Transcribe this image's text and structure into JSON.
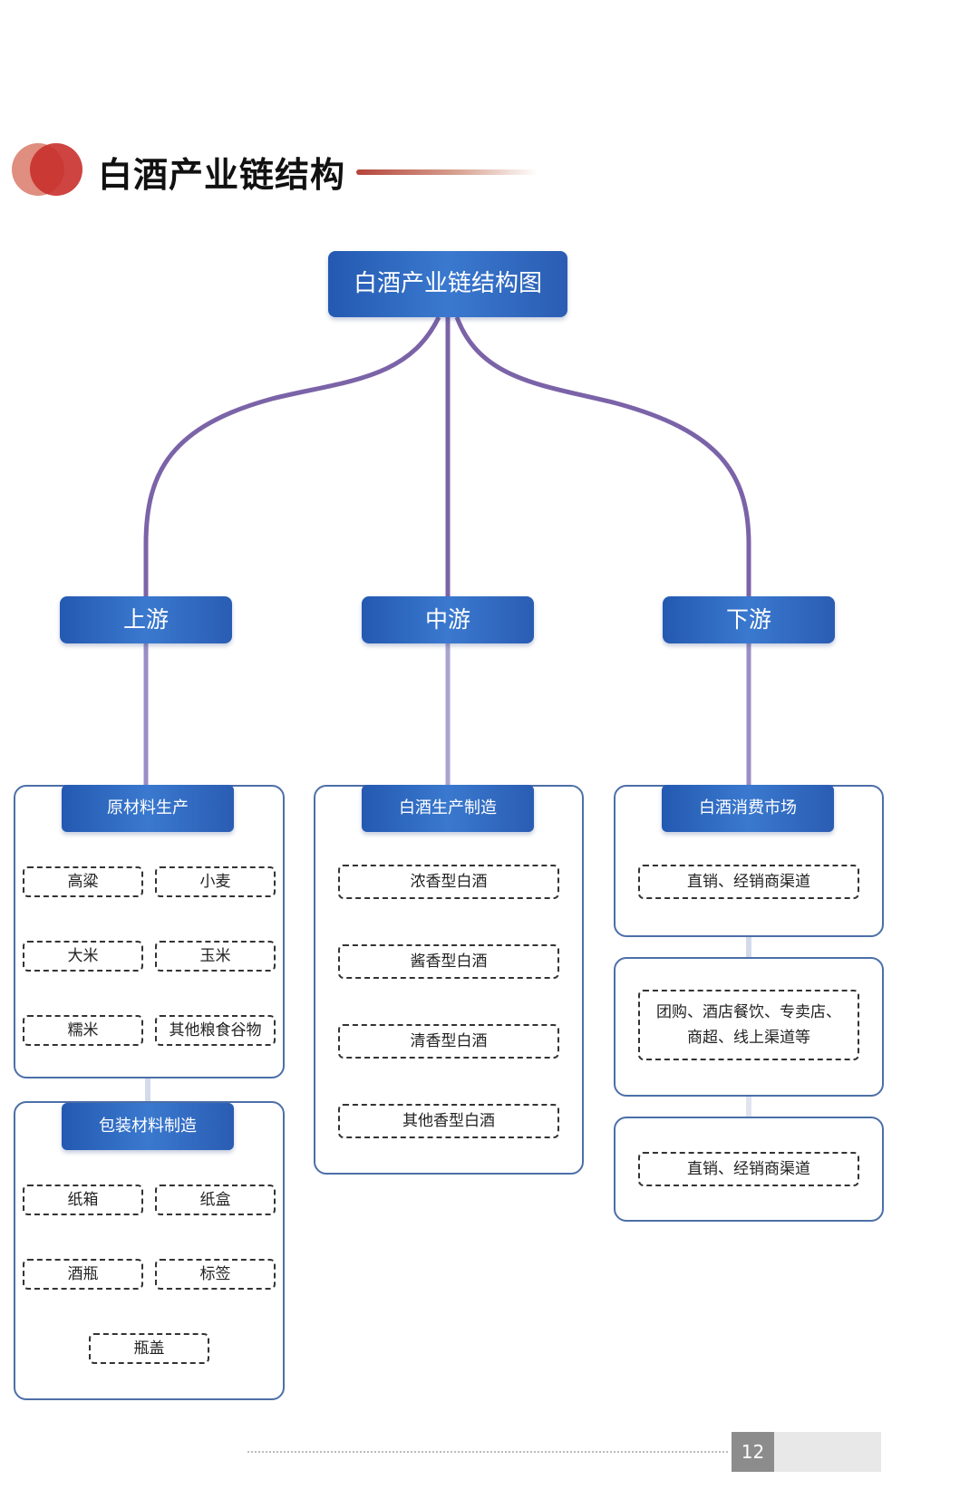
{
  "header": {
    "title": "白酒产业链结构"
  },
  "diagram": {
    "root": "白酒产业链结构图",
    "tiers": {
      "upstream": "上游",
      "midstream": "中游",
      "downstream": "下游"
    },
    "upstream": {
      "raw_materials": {
        "title": "原材料生产",
        "items": [
          "高粱",
          "小麦",
          "大米",
          "玉米",
          "糯米",
          "其他粮食谷物"
        ]
      },
      "packaging": {
        "title": "包装材料制造",
        "items": [
          "纸箱",
          "纸盒",
          "酒瓶",
          "标签",
          "瓶盖"
        ]
      }
    },
    "midstream": {
      "production": {
        "title": "白酒生产制造",
        "items": [
          "浓香型白酒",
          "酱香型白酒",
          "清香型白酒",
          "其他香型白酒"
        ]
      }
    },
    "downstream": {
      "market": {
        "title": "白酒消费市场",
        "items": [
          "直销、经销商渠道"
        ]
      },
      "channels": {
        "line1": "团购、酒店餐饮、专卖店、",
        "line2": "商超、线上渠道等"
      },
      "final": {
        "items": [
          "直销、经销商渠道"
        ]
      }
    },
    "colors": {
      "box_blue": "#2f6cc4",
      "connector_purple": "#7b63a8",
      "panel_border": "#4c6fa8",
      "accent_red": "#c9302c"
    }
  },
  "footer": {
    "page_number": "12"
  }
}
